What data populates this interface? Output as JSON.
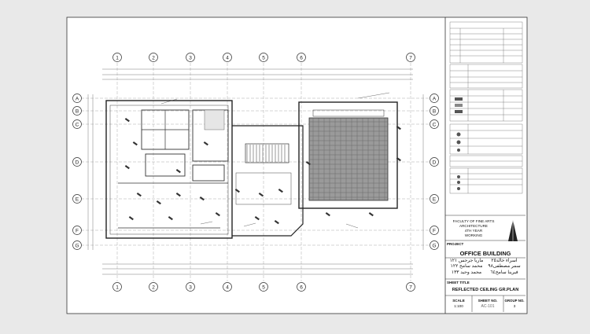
{
  "drawing": {
    "grid_columns": [
      "1",
      "2",
      "3",
      "4",
      "5",
      "6",
      "7"
    ],
    "grid_rows": [
      "A",
      "B",
      "C",
      "D",
      "E",
      "F",
      "G"
    ]
  },
  "title_block": {
    "institution": [
      "FACULTY OF FINE ARTS",
      "ARCHITECTURE",
      "4TH YEAR",
      "WORKING"
    ],
    "project_label": "PROJECT",
    "project_name": "OFFICE BUILDING",
    "team": [
      "اسراء خالد٢٥",
      "ماريا جرجس ١٢١",
      "سمر مصطفى٩٨",
      "محمد سامح ١٢٢",
      "فيرينا سامح٦٤",
      "محمد وحيد ١٣٣"
    ],
    "sheet_title_label": "SHEET TITLE",
    "sheet_title": "REFLECTED CEILING GR.PLAN",
    "scale_label": "SCALE",
    "scale_value": "1:100",
    "sheet_no_label": "SHEET NO.",
    "sheet_no_value": "AC-101",
    "group_no_label": "GROUP NO.",
    "group_no_value": "3"
  }
}
